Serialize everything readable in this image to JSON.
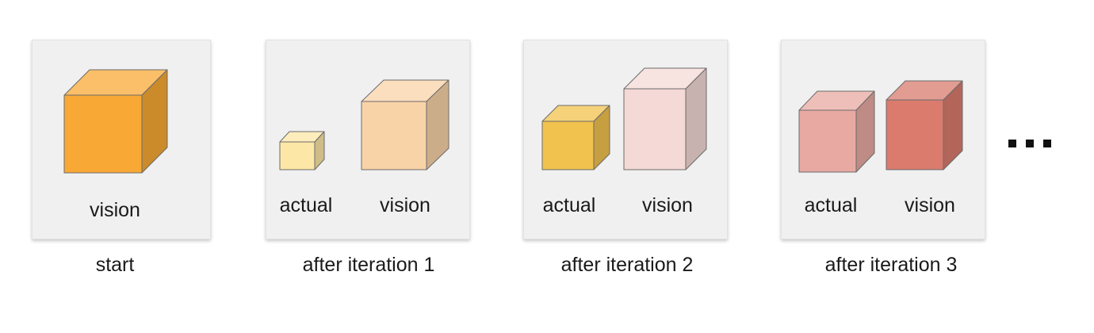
{
  "panels": [
    {
      "caption": "start",
      "cubes": [
        {
          "label": "vision",
          "color": "#f8a935"
        }
      ]
    },
    {
      "caption": "after iteration 1",
      "cubes": [
        {
          "label": "actual",
          "color": "#fde7a6"
        },
        {
          "label": "vision",
          "color": "#f9d3a8"
        }
      ]
    },
    {
      "caption": "after iteration 2",
      "cubes": [
        {
          "label": "actual",
          "color": "#f2c24e"
        },
        {
          "label": "vision",
          "color": "#f4d9d6"
        }
      ]
    },
    {
      "caption": "after iteration 3",
      "cubes": [
        {
          "label": "actual",
          "color": "#e8a9a2"
        },
        {
          "label": "vision",
          "color": "#da7b6e"
        }
      ]
    }
  ],
  "more_indicator": "..."
}
